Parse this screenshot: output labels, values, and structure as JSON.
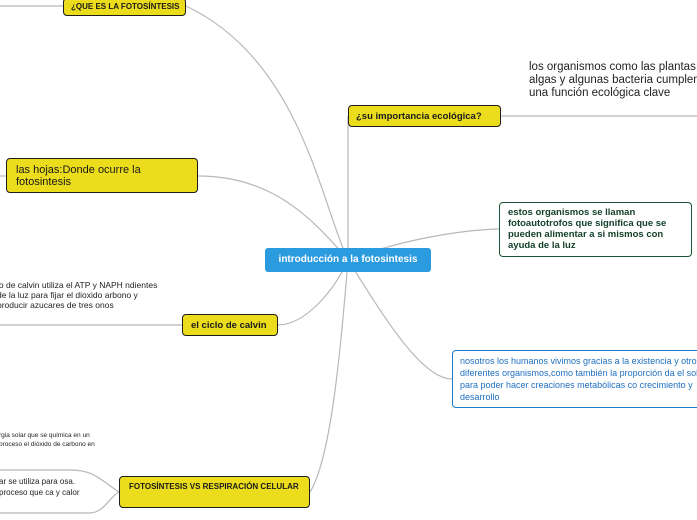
{
  "map": {
    "central": "introducción a la fotosintesis",
    "que_es": "¿QUE ES LA FOTOSÍNTESIS",
    "hojas": "las hojas:Donde ocurre la fotosintesis",
    "calvin": "el ciclo de calvin",
    "calvin_text": "lo de calvin utiliza el ATP y NAPH ndientes de la luz para fijar el dioxido arbono y producir azucares de tres onos",
    "fotosintesis_vs": "FOTOSÍNTESIS VS RESPIRACIÓN CELULAR",
    "energia_text": "rgia solar que se química en un proceso el dióxido de carbono en",
    "solar_text": "ar se utiliza para osa. proceso que ca y calor",
    "importancia": "¿su importancia ecológica?",
    "organismos_text": "los organismos como las plantas, algas y algunas bacteria cumplen una función ecológica clave",
    "estos": "estos organismos se llaman fotoautotrofos que significa que se pueden alimentar a si mismos con ayuda de la luz",
    "nosotros": "nosotros los humanos vivimos gracias a la existencia y otros diferentes organismos,como también la proporción da el sol para poder hacer creaciones metabólicas co crecimiento y desarrollo"
  },
  "colors": {
    "central_fill": "#2b9be0",
    "topic_fill": "#ebdc1c",
    "topic_border": "#1d1d1d",
    "green_border": "#1c5535",
    "blue_border": "#1f78c8",
    "link_line": "#b8b8b8"
  }
}
